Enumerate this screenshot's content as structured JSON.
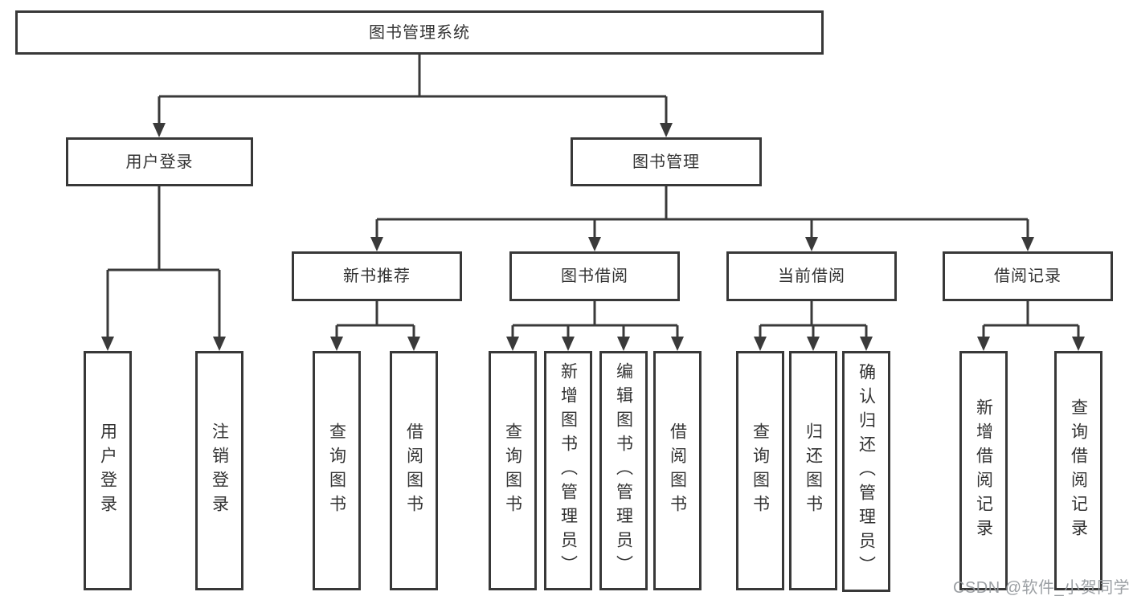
{
  "nodes": {
    "root": "图书管理系统",
    "l2": [
      "用户登录",
      "图书管理"
    ],
    "l3": [
      "新书推荐",
      "图书借阅",
      "当前借阅",
      "借阅记录"
    ],
    "leaves": {
      "userLogin": [
        "用户登录",
        "注销登录"
      ],
      "newBook": [
        "查询图书",
        "借阅图书"
      ],
      "bookBorrow": [
        "查询图书",
        "新增图书（管理员）",
        "编辑图书（管理员）",
        "借阅图书"
      ],
      "currentBorrow": [
        "查询图书",
        "归还图书",
        "确认归还（管理员）"
      ],
      "borrowRecord": [
        "新增借阅记录",
        "查询借阅记录"
      ]
    }
  },
  "watermark": "CSDN @软件_小贺同学",
  "colors": {
    "line": "#3a3a3a",
    "text": "#333333",
    "watermark": "#969a9e",
    "background": "#ffffff"
  }
}
